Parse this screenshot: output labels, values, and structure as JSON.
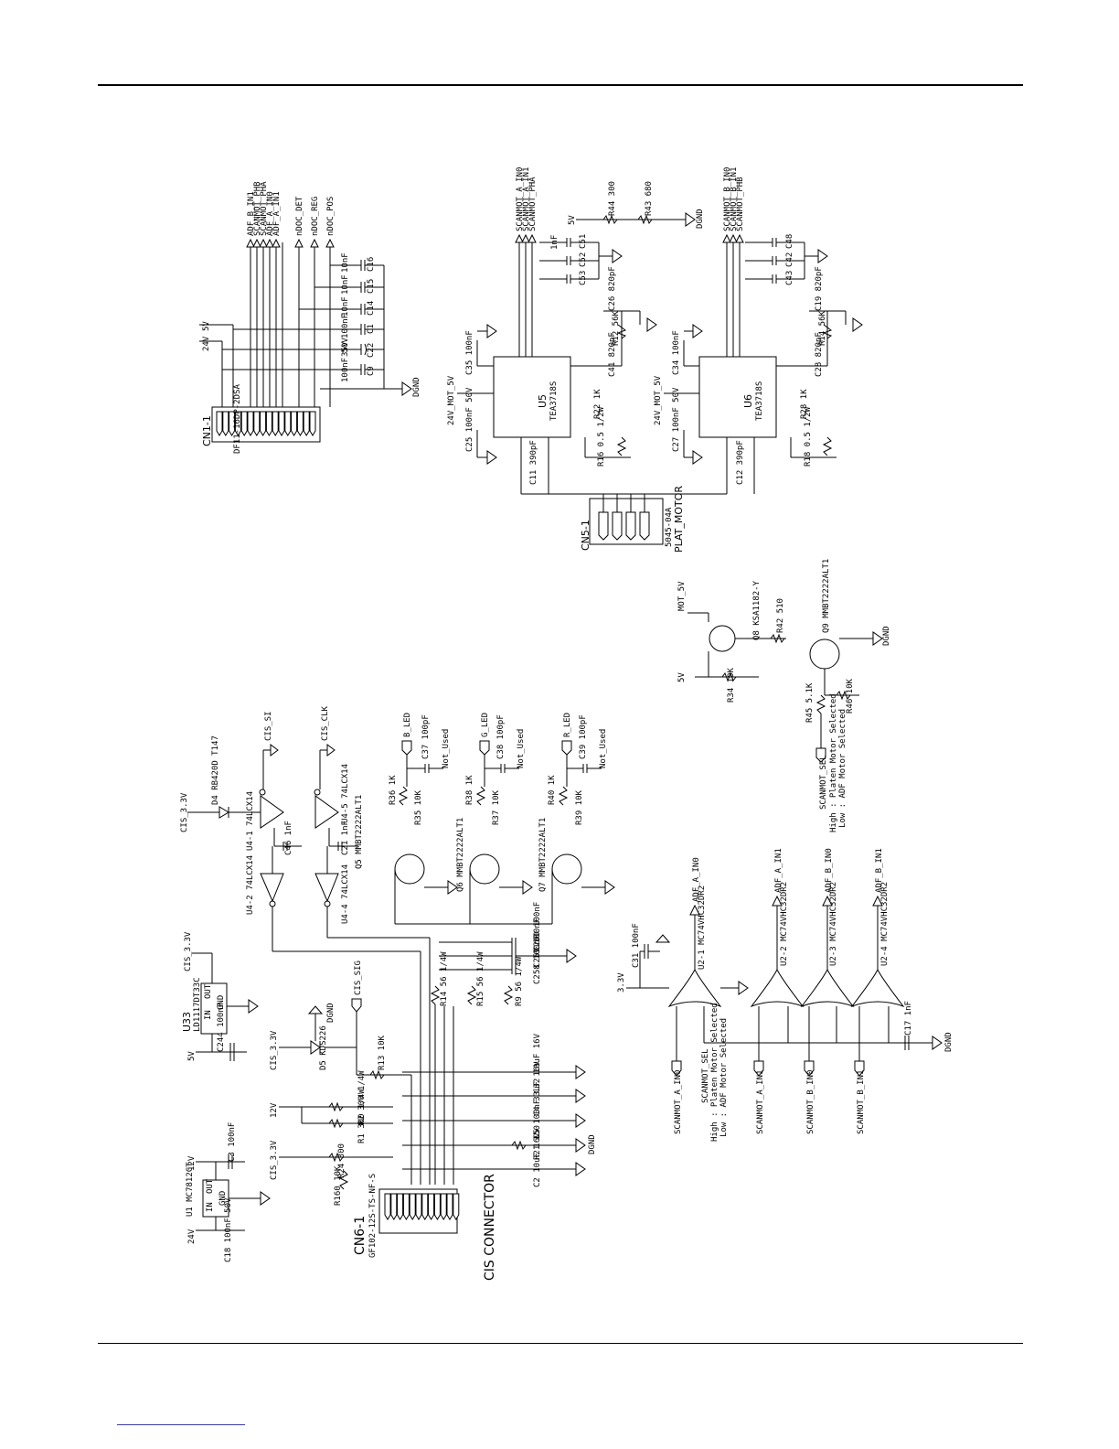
{
  "labels": [
    {
      "id": "cn1_ref",
      "t": "CN1-1"
    },
    {
      "id": "cn1_part",
      "t": "DF11-16DP-2DSA"
    },
    {
      "id": "cn1_24v",
      "t": "24V"
    },
    {
      "id": "cn1_5v",
      "t": "5V"
    },
    {
      "id": "cn1_dgnd",
      "t": "DGND"
    },
    {
      "id": "cn1_s1",
      "t": "ADF_B_IN1"
    },
    {
      "id": "cn1_s2",
      "t": "SCANMOT_PHB"
    },
    {
      "id": "cn1_s3",
      "t": "SCANMOT_PHA"
    },
    {
      "id": "cn1_s4",
      "t": "ADF_A_IN0"
    },
    {
      "id": "cn1_s5",
      "t": "ADF_A_IN1"
    },
    {
      "id": "cn1_det",
      "t": "nDOC_DET"
    },
    {
      "id": "cn1_reg",
      "t": "nDOC_REG"
    },
    {
      "id": "cn1_pos",
      "t": "nDOC_POS"
    },
    {
      "id": "c16",
      "t": "C16"
    },
    {
      "id": "c16v",
      "t": "10nF"
    },
    {
      "id": "c15",
      "t": "C15"
    },
    {
      "id": "c15v",
      "t": "10nF"
    },
    {
      "id": "c14",
      "t": "C14"
    },
    {
      "id": "c14v",
      "t": "10nF"
    },
    {
      "id": "c1",
      "t": "C1"
    },
    {
      "id": "c1v",
      "t": "100nF"
    },
    {
      "id": "c22",
      "t": "C22"
    },
    {
      "id": "c22v",
      "t": "35V"
    },
    {
      "id": "c9",
      "t": "C9"
    },
    {
      "id": "c9v",
      "t": "100nF 50V"
    },
    {
      "id": "u5",
      "t": "U5"
    },
    {
      "id": "u5p",
      "t": "TEA3718S"
    },
    {
      "id": "u5_24v",
      "t": "24V_MOT_5V"
    },
    {
      "id": "u5_top1",
      "t": "SCANMOT_A_IN0"
    },
    {
      "id": "u5_top2",
      "t": "SCANMOT_A_IN1"
    },
    {
      "id": "u5_top3",
      "t": "SCANMOT_PHA"
    },
    {
      "id": "u5_5v",
      "t": "5V"
    },
    {
      "id": "r44",
      "t": "R44 300"
    },
    {
      "id": "r43",
      "t": "R43 680"
    },
    {
      "id": "u5_dgnd",
      "t": "DGND"
    },
    {
      "id": "c51",
      "t": "C51"
    },
    {
      "id": "c52",
      "t": "C52"
    },
    {
      "id": "c53",
      "t": "C53"
    },
    {
      "id": "c51v",
      "t": "1nF"
    },
    {
      "id": "c26",
      "t": "C26 820pF"
    },
    {
      "id": "r12",
      "t": "R12 56K"
    },
    {
      "id": "c35",
      "t": "C35 100nF"
    },
    {
      "id": "c41",
      "t": "C41 820pF"
    },
    {
      "id": "r22",
      "t": "R22 1K"
    },
    {
      "id": "c25",
      "t": "C25 100nF 50V"
    },
    {
      "id": "c11",
      "t": "C11 390pF"
    },
    {
      "id": "r16",
      "t": "R16 0.5 1/2W"
    },
    {
      "id": "u6",
      "t": "U6"
    },
    {
      "id": "u6p",
      "t": "TEA3718S"
    },
    {
      "id": "u6_24v",
      "t": "24V_MOT_5V"
    },
    {
      "id": "u6_top1",
      "t": "SCANMOT_B_IN0"
    },
    {
      "id": "u6_top2",
      "t": "SCANMOT_B_IN1"
    },
    {
      "id": "u6_top3",
      "t": "SCANMOT_PHB"
    },
    {
      "id": "c48",
      "t": "C48"
    },
    {
      "id": "c42",
      "t": "C42"
    },
    {
      "id": "c43",
      "t": "C43"
    },
    {
      "id": "c19",
      "t": "C19 820pF"
    },
    {
      "id": "r14",
      "t": "R14 56K"
    },
    {
      "id": "c34",
      "t": "C34 100nF"
    },
    {
      "id": "c28",
      "t": "C28 820pF"
    },
    {
      "id": "r28",
      "t": "R28 1K"
    },
    {
      "id": "c27",
      "t": "C27 100nF 50V"
    },
    {
      "id": "c12",
      "t": "C12 390pF"
    },
    {
      "id": "r18",
      "t": "R18 0.5 1/2W"
    },
    {
      "id": "cn5",
      "t": "CN5-1"
    },
    {
      "id": "cn5p",
      "t": "5045-04A"
    },
    {
      "id": "cn5n",
      "t": "PLAT_MOTOR"
    },
    {
      "id": "mot5v",
      "t": "MOT_5V"
    },
    {
      "id": "q8",
      "t": "Q8 KSA1182-Y"
    },
    {
      "id": "r42",
      "t": "R42 510"
    },
    {
      "id": "q9",
      "t": "Q9 MMBT2222ALT1"
    },
    {
      "id": "r34",
      "t": "R34 10K"
    },
    {
      "id": "q5v",
      "t": "5V"
    },
    {
      "id": "r45",
      "t": "R45 5.1K"
    },
    {
      "id": "r46",
      "t": "R46 10K"
    },
    {
      "id": "scansel1",
      "t": "SCANMOT_SEL"
    },
    {
      "id": "scansel_hi",
      "t": "High : Platen Motor Selected"
    },
    {
      "id": "scansel_lo",
      "t": "Low  : ADF Motor Selected"
    },
    {
      "id": "q_dgnd",
      "t": "DGND"
    },
    {
      "id": "cis33",
      "t": "CIS_3.3V"
    },
    {
      "id": "d4",
      "t": "D4 RB420D T147"
    },
    {
      "id": "cis_si",
      "t": "CIS_SI"
    },
    {
      "id": "cis_clk",
      "t": "CIS_CLK"
    },
    {
      "id": "u41",
      "t": "U4-1 74LCX14"
    },
    {
      "id": "u45",
      "t": "U4-5 74LCX14"
    },
    {
      "id": "u42",
      "t": "U4-2 74LCX14"
    },
    {
      "id": "u44",
      "t": "U4-4 74LCX14"
    },
    {
      "id": "c46",
      "t": "C46 1nF"
    },
    {
      "id": "c21",
      "t": "C21 1nF"
    },
    {
      "id": "bled",
      "t": "B_LED"
    },
    {
      "id": "gled",
      "t": "G_LED"
    },
    {
      "id": "rled",
      "t": "R_LED"
    },
    {
      "id": "c37",
      "t": "C37 100pF"
    },
    {
      "id": "c38",
      "t": "C38 100pF"
    },
    {
      "id": "c39",
      "t": "C39 100pF"
    },
    {
      "id": "nu1",
      "t": "Not_Used"
    },
    {
      "id": "nu2",
      "t": "Not_Used"
    },
    {
      "id": "nu3",
      "t": "Not_Used"
    },
    {
      "id": "r36",
      "t": "R36 1K"
    },
    {
      "id": "r38",
      "t": "R38 1K"
    },
    {
      "id": "r40",
      "t": "R40 1K"
    },
    {
      "id": "r35",
      "t": "R35 10K"
    },
    {
      "id": "r37",
      "t": "R37 10K"
    },
    {
      "id": "r39",
      "t": "R39 10K"
    },
    {
      "id": "q5",
      "t": "Q5 MMBT2222ALT1"
    },
    {
      "id": "q6",
      "t": "Q6 MMBT2222ALT1"
    },
    {
      "id": "q7",
      "t": "Q7 MMBT2222ALT1"
    },
    {
      "id": "c258",
      "t": "C258 100nF"
    },
    {
      "id": "c259",
      "t": "C259 100nF"
    },
    {
      "id": "c260",
      "t": "C260 100nF"
    },
    {
      "id": "r14b",
      "t": "R14 56 1/4W"
    },
    {
      "id": "r15",
      "t": "R15 56 1/4W"
    },
    {
      "id": "r9",
      "t": "R9 56 1/4W"
    },
    {
      "id": "u33",
      "t": "U33"
    },
    {
      "id": "u33p",
      "t": "LD1117DT33C"
    },
    {
      "id": "u33in",
      "t": "IN"
    },
    {
      "id": "u33out",
      "t": "OUT"
    },
    {
      "id": "u33gnd",
      "t": "GND"
    },
    {
      "id": "c244",
      "t": "C244 100nF"
    },
    {
      "id": "u33_5v",
      "t": "5V"
    },
    {
      "id": "u33_cis",
      "t": "CIS_3.3V"
    },
    {
      "id": "cis_sig",
      "t": "CIS_SIG"
    },
    {
      "id": "d5",
      "t": "D5 KDS226"
    },
    {
      "id": "r13",
      "t": "R13 10K"
    },
    {
      "id": "c32",
      "t": "C32 10uF 16V"
    },
    {
      "id": "c4",
      "t": "C4 33uF 16V"
    },
    {
      "id": "c5",
      "t": "C5 100nF"
    },
    {
      "id": "c2",
      "t": "C2 10uF 16V"
    },
    {
      "id": "r2",
      "t": "R2 300 1/4W"
    },
    {
      "id": "r1",
      "t": "R1 300 1/4W"
    },
    {
      "id": "r21",
      "t": "R21 150"
    },
    {
      "id": "r24",
      "t": "R24 300"
    },
    {
      "id": "r160",
      "t": "R160 10K"
    },
    {
      "id": "v12",
      "t": "12V"
    },
    {
      "id": "cis33b",
      "t": "CIS_3.3V"
    },
    {
      "id": "dgnd_cis",
      "t": "DGND"
    },
    {
      "id": "u1",
      "t": "U1 MC7812CT"
    },
    {
      "id": "u1_12v",
      "t": "12V"
    },
    {
      "id": "u1_24v",
      "t": "24V"
    },
    {
      "id": "c3",
      "t": "C3 100nF"
    },
    {
      "id": "c18",
      "t": "C18 100nF 50V"
    },
    {
      "id": "u1_in",
      "t": "IN"
    },
    {
      "id": "u1_out",
      "t": "OUT"
    },
    {
      "id": "u1_gnd",
      "t": "GND"
    },
    {
      "id": "cn6",
      "t": "CN6-1"
    },
    {
      "id": "cn6p",
      "t": "GF102-12S-TS-NF-S"
    },
    {
      "id": "cn6n",
      "t": "CIS CONNECTOR"
    },
    {
      "id": "v33",
      "t": "3.3V"
    },
    {
      "id": "c31",
      "t": "C31 100nF"
    },
    {
      "id": "u21",
      "t": "U2-1 MC74VHC32DR2"
    },
    {
      "id": "u22",
      "t": "U2-2 MC74VHC32DR2"
    },
    {
      "id": "u23",
      "t": "U2-3 MC74VHC32DR2"
    },
    {
      "id": "u24",
      "t": "U2-4 MC74VHC32DR2"
    },
    {
      "id": "adf_a_in0",
      "t": "ADF_A_IN0"
    },
    {
      "id": "adf_a_in1",
      "t": "ADF_A_IN1"
    },
    {
      "id": "adf_b_in0",
      "t": "ADF_B_IN0"
    },
    {
      "id": "adf_b_in1",
      "t": "ADF_B_IN1"
    },
    {
      "id": "sm_a_in0",
      "t": "SCANMOT_A_IN0"
    },
    {
      "id": "sm_sel",
      "t": "SCANMOT_SEL"
    },
    {
      "id": "sm_hi",
      "t": "High : Platen Motor Selected"
    },
    {
      "id": "sm_lo",
      "t": "Low  : ADF Motor Selected"
    },
    {
      "id": "sm_a_in1",
      "t": "SCANMOT_A_IN1"
    },
    {
      "id": "sm_b_in0",
      "t": "SCANMOT_B_IN0"
    },
    {
      "id": "sm_b_in1",
      "t": "SCANMOT_B_IN1"
    },
    {
      "id": "c17",
      "t": "C17 1nF"
    },
    {
      "id": "or_dgnd",
      "t": "DGND"
    }
  ]
}
